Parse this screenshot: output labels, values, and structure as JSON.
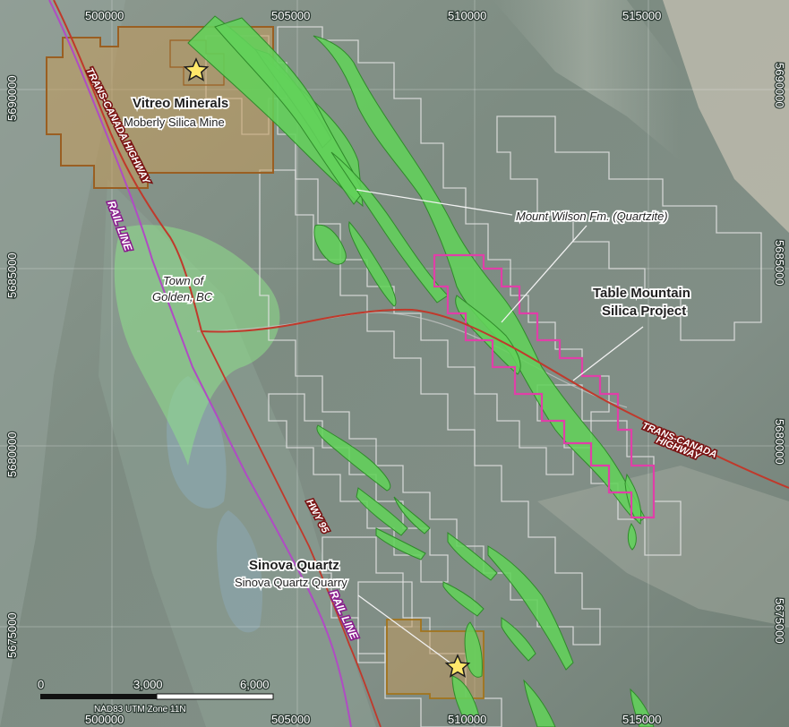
{
  "map": {
    "grid_easting_top": [
      "500000",
      "505000",
      "510000",
      "515000"
    ],
    "grid_easting_bottom": [
      "500000",
      "505000",
      "510000",
      "515000"
    ],
    "grid_northing_left": [
      "5690000",
      "5685000",
      "5680000",
      "5675000"
    ],
    "grid_northing_right": [
      "5690000",
      "5685000",
      "5680000",
      "5675000"
    ],
    "labels": {
      "vitreo_title": "Vitreo Minerals",
      "vitreo_sub": "Moberly Silica Mine",
      "mount_wilson": "Mount Wilson Fm. (Quartzite)",
      "town_line1": "Town of",
      "town_line2": "Golden, BC",
      "table_mountain_line1": "Table Mountain",
      "table_mountain_line2": "Silica Project",
      "sinova_title": "Sinova Quartz",
      "sinova_sub": "Sinova Quartz Quarry",
      "trans_canada_west": "TRANS-CANADA HIGHWAY",
      "trans_canada_east_line1": "TRANS-CANADA",
      "trans_canada_east_line2": "HIGHWAY",
      "rail_north": "RAIL LINE",
      "rail_south": "RAIL LINE",
      "hwy95": "HWY 95"
    },
    "scale_bar": {
      "ticks": [
        "0",
        "3,000",
        "6,000"
      ],
      "datum": "NAD83 UTM Zone 11N"
    },
    "colors": {
      "quartzite": "#62d25a",
      "project_outline": "#e03fa8",
      "vitreo_claim": "#b8854a",
      "town": "#8ee08a",
      "highway": "#c0392b",
      "rail": "#b04bc4",
      "claims": "#d8d8d8"
    },
    "icons": [
      "star-icon",
      "star-icon"
    ]
  }
}
